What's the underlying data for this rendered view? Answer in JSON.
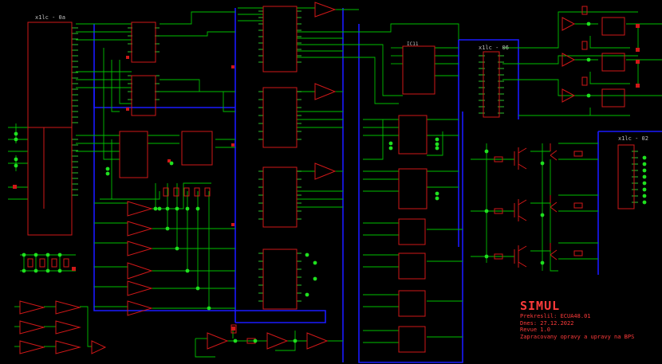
{
  "connectors": [
    {
      "label": "x1lc - 0a"
    },
    {
      "label": "x1lc - 06"
    },
    {
      "label": "x1lc - 02"
    }
  ],
  "ic_top_label": "IC11",
  "title_block": {
    "title": "SIMUL",
    "lines": [
      "Prekreslil: ECUA48.01",
      "Dnes: 27.12.2022",
      "Revue 1.0",
      "Zapracovany opravy a upravy na BPS"
    ]
  },
  "colors": {
    "background": "#000000",
    "wire": "#00c000",
    "bus": "#1a1aff",
    "component": "#d01818",
    "text": "#c0c0c0",
    "title": "#ff3b3b"
  }
}
